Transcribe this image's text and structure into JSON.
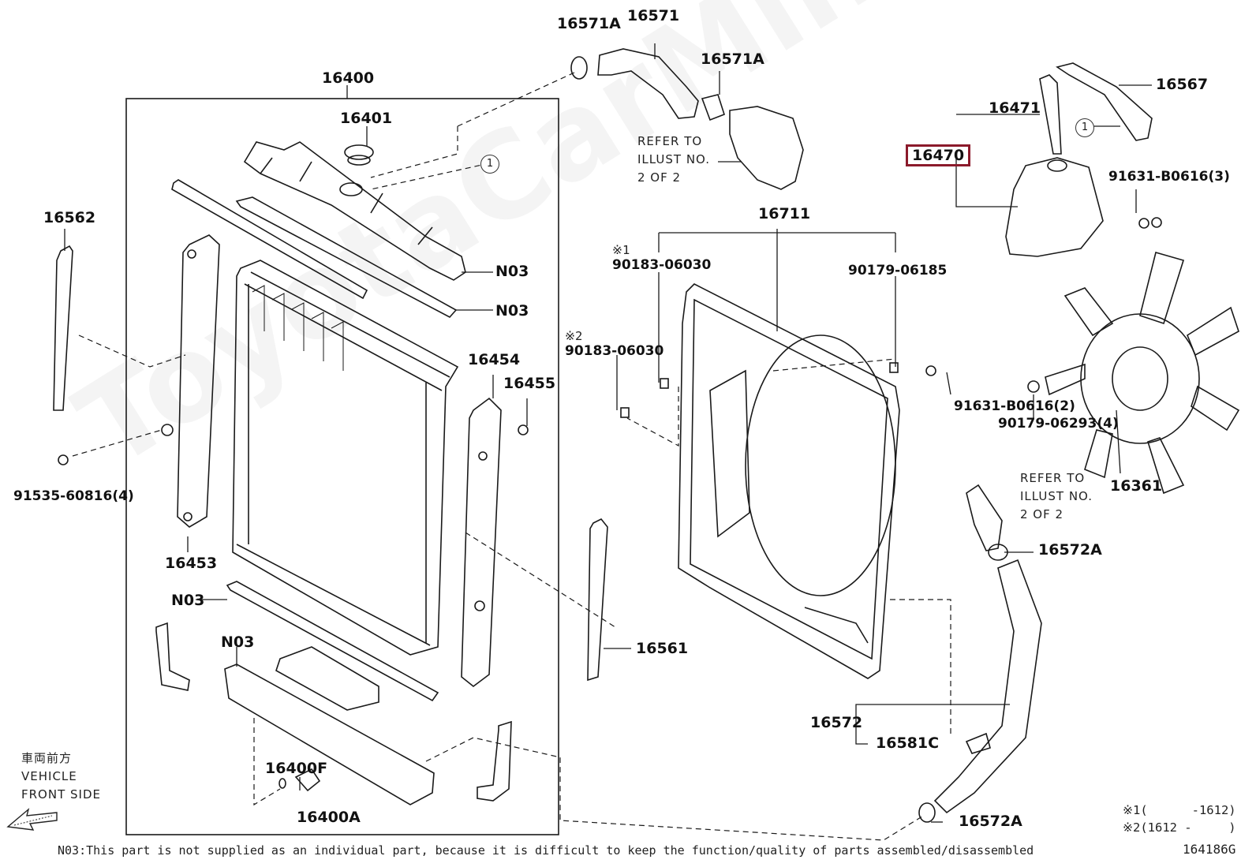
{
  "watermark": "ToyotaCarMine.ru",
  "parts": {
    "p16571A_top": "16571A",
    "p16571": "16571",
    "p16571A_mid": "16571A",
    "p16400": "16400",
    "p16401": "16401",
    "p16562": "16562",
    "p16567": "16567",
    "p16471": "16471",
    "p16470": "16470",
    "p91631_3": "91631-B0616(3)",
    "p16711": "16711",
    "p90183_a": "90183-06030",
    "p90179_06185": "90179-06185",
    "p90183_b": "90183-06030",
    "p91631_2": "91631-B0616(2)",
    "p90179_06293": "90179-06293(4)",
    "p16361": "16361",
    "p16572A_top": "16572A",
    "p16572": "16572",
    "p16581C": "16581C",
    "p16572A_bot": "16572A",
    "p16454": "16454",
    "p16455": "16455",
    "p16453": "16453",
    "p91535": "91535-60816(4)",
    "p16561": "16561",
    "p16400F": "16400F",
    "p16400A": "16400A",
    "n03_a": "N03",
    "n03_b": "N03",
    "n03_c": "N03",
    "n03_d": "N03"
  },
  "refs": {
    "ref1": "REFER TO\nILLUST NO.\n2 OF 2",
    "ref2": "REFER TO\nILLUST NO.\n2 OF 2"
  },
  "marks": {
    "m1": "※1",
    "m2": "※2",
    "circle": "1"
  },
  "legend": {
    "line1": "※1(      -1612)",
    "line2": "※2(1612 -     )"
  },
  "direction": {
    "jp": "車両前方",
    "en1": "VEHICLE",
    "en2": "FRONT SIDE"
  },
  "footer_note": "N03:This part is not supplied as an individual part, because it is difficult to keep the function/quality of parts assembled/disassembled",
  "figure_id": "164186G",
  "colors": {
    "highlight": "#8b1a2b",
    "line": "#1a1a1a"
  }
}
